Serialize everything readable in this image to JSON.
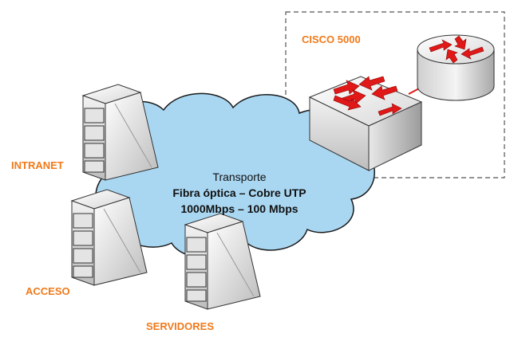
{
  "cloud": {
    "title": "Transporte",
    "line1": "Fibra óptica – Cobre UTP",
    "line2": "1000Mbps – 100 Mbps"
  },
  "cisco_label": "CISCO 5000",
  "servers": [
    {
      "label": "INTRANET"
    },
    {
      "label": "ACCESO"
    },
    {
      "label": "SERVIDORES"
    }
  ],
  "colors": {
    "cloud_fill": "#a9d7f2",
    "cloud_stroke": "#1a1a1a",
    "label_orange": "#f07a1a",
    "arrow_red": "#e01818",
    "link_red": "#e01818"
  },
  "icons": {
    "switch": "layer3-switch-icon",
    "router": "router-icon",
    "server": "server-rack-icon"
  }
}
